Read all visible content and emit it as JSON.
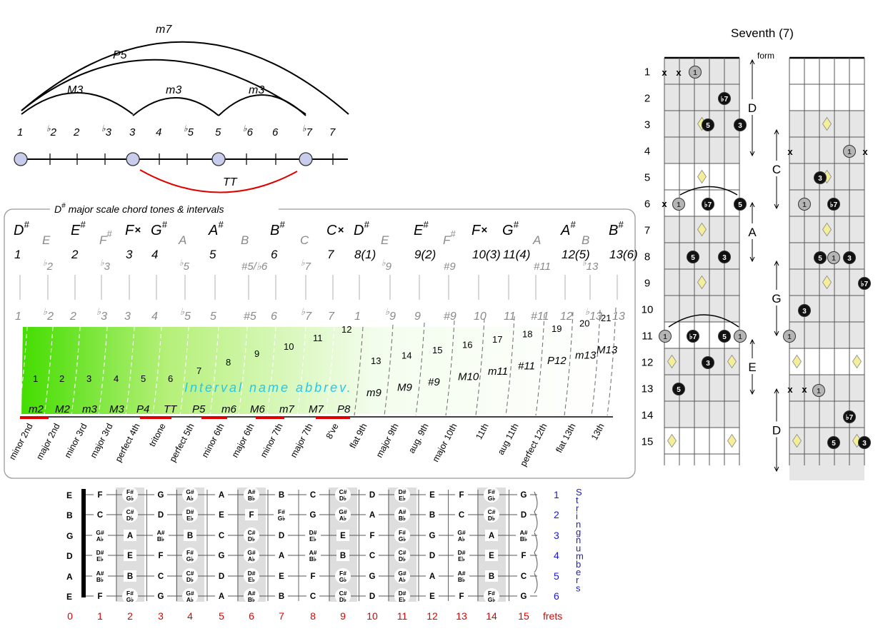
{
  "colors": {
    "circle_fill": "#c9cdeb",
    "red": "#e00000",
    "blue": "#1a1acc",
    "cyan": "#22c8f0",
    "green": "#44dd00",
    "diamond": "#f4ee9a",
    "shade": "#e6e6e6",
    "gray_text": "#8a8a8a"
  },
  "interval_line": {
    "arc_labels": [
      "m7",
      "P5",
      "M3",
      "m3",
      "m3",
      "TT"
    ],
    "degrees": [
      {
        "base": "1",
        "acc": ""
      },
      {
        "base": "2",
        "acc": "♭"
      },
      {
        "base": "2",
        "acc": ""
      },
      {
        "base": "3",
        "acc": "♭"
      },
      {
        "base": "3",
        "acc": ""
      },
      {
        "base": "4",
        "acc": ""
      },
      {
        "base": "5",
        "acc": "♭"
      },
      {
        "base": "5",
        "acc": ""
      },
      {
        "base": "6",
        "acc": "♭"
      },
      {
        "base": "6",
        "acc": ""
      },
      {
        "base": "7",
        "acc": "♭"
      },
      {
        "base": "7",
        "acc": ""
      }
    ]
  },
  "scale_panel": {
    "title": "D# major scale chord tones & intervals",
    "title_root": "D",
    "title_sharp": "#",
    "title_rest": "major scale chord tones & intervals",
    "center_label": "Interval name abbrev.",
    "notes": [
      {
        "n": "D",
        "acc": "#",
        "deg": "1",
        "chord": true
      },
      {
        "n": "E",
        "acc": "",
        "deg": "2",
        "dacc": "♭",
        "chord": false
      },
      {
        "n": "E",
        "acc": "#",
        "deg": "2",
        "chord": true
      },
      {
        "n": "F",
        "acc": "#",
        "deg": "3",
        "dacc": "♭",
        "chord": false
      },
      {
        "n": "F",
        "acc": "x",
        "deg": "3",
        "chord": true
      },
      {
        "n": "G",
        "acc": "#",
        "deg": "4",
        "chord": true
      },
      {
        "n": "A",
        "acc": "",
        "deg": "5",
        "dacc": "♭",
        "chord": false
      },
      {
        "n": "A",
        "acc": "#",
        "deg": "5",
        "chord": true
      },
      {
        "n": "B",
        "acc": "",
        "deg": "#5/♭6",
        "chord": false
      },
      {
        "n": "B",
        "acc": "#",
        "deg": "6",
        "chord": true
      },
      {
        "n": "C",
        "acc": "",
        "deg": "7",
        "dacc": "♭",
        "chord": false
      },
      {
        "n": "C",
        "acc": "x",
        "deg": "7",
        "chord": true
      },
      {
        "n": "D",
        "acc": "#",
        "deg": "8(1)",
        "chord": true
      },
      {
        "n": "E",
        "acc": "",
        "deg": "9",
        "dacc": "♭",
        "chord": false
      },
      {
        "n": "E",
        "acc": "#",
        "deg": "9(2)",
        "chord": true
      },
      {
        "n": "F",
        "acc": "#",
        "deg": "#9",
        "chord": false
      },
      {
        "n": "F",
        "acc": "x",
        "deg": "10(3)",
        "chord": true
      },
      {
        "n": "G",
        "acc": "#",
        "deg": "11(4)",
        "chord": true
      },
      {
        "n": "A",
        "acc": "",
        "deg": "#11",
        "chord": false
      },
      {
        "n": "A",
        "acc": "#",
        "deg": "12(5)",
        "chord": true
      },
      {
        "n": "B",
        "acc": "",
        "deg": "13",
        "dacc": "♭",
        "chord": false
      },
      {
        "n": "B",
        "acc": "#",
        "deg": "13(6)",
        "chord": true
      }
    ],
    "lower_degrees": [
      {
        "t": "1",
        "a": ""
      },
      {
        "t": "2",
        "a": "♭"
      },
      {
        "t": "2",
        "a": ""
      },
      {
        "t": "3",
        "a": "♭"
      },
      {
        "t": "3",
        "a": ""
      },
      {
        "t": "4",
        "a": ""
      },
      {
        "t": "5",
        "a": "♭"
      },
      {
        "t": "5",
        "a": ""
      },
      {
        "t": "#5",
        "a": ""
      },
      {
        "t": "6",
        "a": ""
      },
      {
        "t": "7",
        "a": "♭"
      },
      {
        "t": "7",
        "a": ""
      },
      {
        "t": "1",
        "a": ""
      },
      {
        "t": "9",
        "a": "♭"
      },
      {
        "t": "9",
        "a": ""
      },
      {
        "t": "#9",
        "a": ""
      },
      {
        "t": "10",
        "a": ""
      },
      {
        "t": "11",
        "a": ""
      },
      {
        "t": "#11",
        "a": ""
      },
      {
        "t": "12",
        "a": ""
      },
      {
        "t": "13",
        "a": "♭"
      },
      {
        "t": "13",
        "a": ""
      }
    ],
    "semitones": [
      "1",
      "2",
      "3",
      "4",
      "5",
      "6",
      "7",
      "8",
      "9",
      "10",
      "11",
      "12",
      "13",
      "14",
      "15",
      "16",
      "17",
      "18",
      "19",
      "20",
      "21"
    ],
    "abbrevs": [
      "m2",
      "M2",
      "m3",
      "M3",
      "P4",
      "TT",
      "P5",
      "m6",
      "M6",
      "m7",
      "M7",
      "P8",
      "m9",
      "M9",
      "#9",
      "M10",
      "m11",
      "#11",
      "P12",
      "m13",
      "M13"
    ],
    "names": [
      "minor 2nd",
      "major 2nd",
      "minor 3rd",
      "major 3rd",
      "perfect 4th",
      "tritone",
      "perfect 5th",
      "minor 6th",
      "major 6th",
      "minor 7th",
      "major 7th",
      "8've",
      "flat 9th",
      "major 9th",
      "aug. 9th",
      "major 10th",
      "11th",
      "aug 11th",
      "perfect 12th",
      "flat 13th",
      "13th"
    ]
  },
  "fretboard": {
    "open_strings": [
      "E",
      "B",
      "G",
      "D",
      "A",
      "E"
    ],
    "string_numbers": [
      "1",
      "2",
      "3",
      "4",
      "5",
      "6"
    ],
    "string_word": "String numbers",
    "fret_numbers": [
      "0",
      "1",
      "2",
      "3",
      "4",
      "5",
      "6",
      "7",
      "8",
      "9",
      "10",
      "11",
      "12",
      "13",
      "14",
      "15"
    ],
    "frets_label": "frets"
  },
  "caged": {
    "title": "Seventh (7)",
    "form_label": "form",
    "row_numbers": [
      "1",
      "2",
      "3",
      "4",
      "5",
      "6",
      "7",
      "8",
      "9",
      "10",
      "11",
      "12",
      "13",
      "14",
      "15"
    ],
    "left_forms": [
      "D",
      "A",
      "E"
    ],
    "right_forms": [
      "C",
      "G",
      "D"
    ],
    "dot_labels": {
      "root": "1",
      "third": "3",
      "fifth": "5",
      "seventh": "♭7"
    },
    "mute_mark": "x"
  }
}
